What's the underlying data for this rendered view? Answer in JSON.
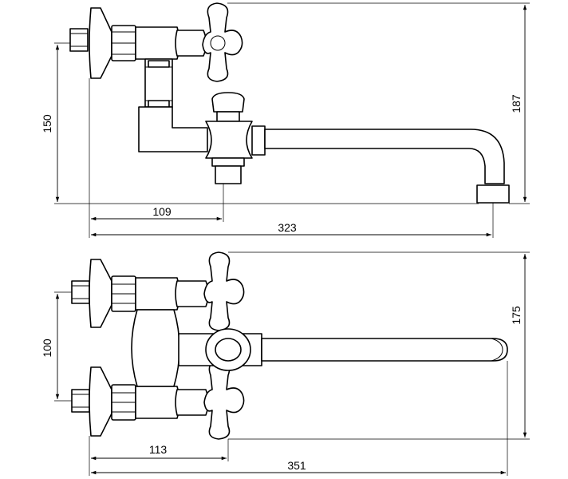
{
  "top_view": {
    "dim_vertical_left": "150",
    "dim_vertical_right": "187",
    "dim_horizontal_short": "109",
    "dim_horizontal_long": "323"
  },
  "bottom_view": {
    "dim_vertical_left": "100",
    "dim_vertical_right": "175",
    "dim_horizontal_short": "113",
    "dim_horizontal_long": "351"
  }
}
